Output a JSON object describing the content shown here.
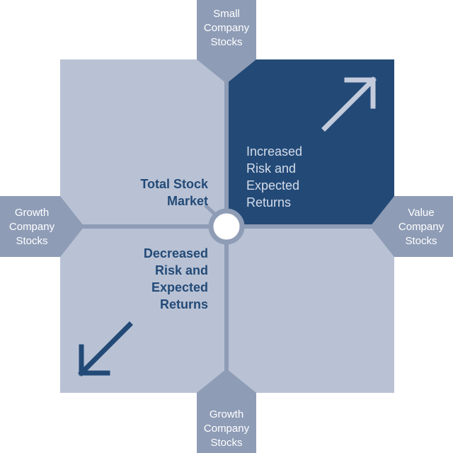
{
  "labels": {
    "top": "Small\nCompany\nStocks",
    "left": "Growth\nCompany\nStocks",
    "right": "Value\nCompany\nStocks",
    "bottom": "Growth\nCompany\nStocks",
    "center": "Total Stock\nMarket",
    "increased": "Increased\nRisk and\nExpected\nReturns",
    "decreased": "Decreased\nRisk and\nExpected\nReturns"
  },
  "colors": {
    "light_quadrant": "#b9c2d4",
    "dark_quadrant": "#234a77",
    "axis_tab": "#8e9cb6",
    "text_dark": "#234a77",
    "text_light": "#d5dcea",
    "arrow_light": "#c4cbdc",
    "arrow_dark": "#234a77"
  }
}
